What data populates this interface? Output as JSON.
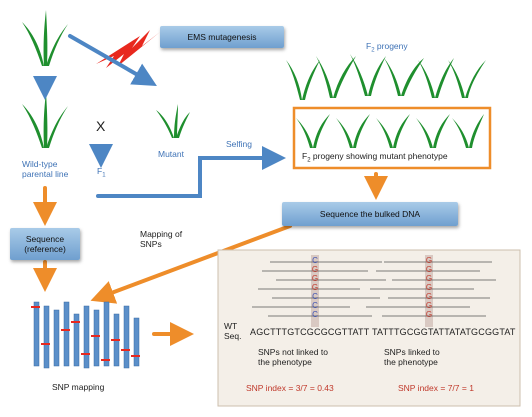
{
  "labels": {
    "ems_mutagenesis": "EMS mutagenesis",
    "f2_progeny": "F",
    "f2_progeny_sub": "2",
    "f2_progeny_rest": " progeny",
    "cross": "X",
    "mutant": "Mutant",
    "wild_type_1": "Wild-type",
    "wild_type_2": "parental line",
    "f1": "F",
    "f1_sub": "1",
    "selfing": "Selfing",
    "f2_mutant_pre": "F",
    "f2_mutant_sub": "2",
    "f2_mutant_rest": " progeny showing mutant phenotype",
    "sequence_bulked": "Sequence the bulked DNA",
    "sequence_ref_1": "Sequence",
    "sequence_ref_2": "(reference)",
    "mapping_1": "Mapping of",
    "mapping_2": "SNPs",
    "snp_mapping": "SNP mapping",
    "wt": "WT",
    "seq": "Seq.",
    "seq_left": "AGCTTTGTCGCGCGTTATT",
    "seq_right": "TATTTGCGGTATTATATGCGGTAT",
    "not_linked_1": "SNPs not linked to",
    "not_linked_2": "the phenotype",
    "linked_1": "SNPs linked to",
    "linked_2": "the phenotype",
    "snp_index_left": "SNP index = 3/7 = 0.43",
    "snp_index_right": "SNP index = 7/7 = 1"
  },
  "snp_columns": {
    "left": [
      "C",
      "G",
      "G",
      "G",
      "C",
      "C",
      "C"
    ],
    "right": [
      "G",
      "G",
      "G",
      "G",
      "G",
      "G",
      "G"
    ]
  },
  "colors": {
    "plant_green": "#1f8f2e",
    "arrow_blue": "#4d86c4",
    "arrow_orange": "#ee8d2a",
    "lightning_red": "#e8281e",
    "snp_red": "#c0392b",
    "snp_blue": "#3a4fb0",
    "panel_bg": "#f4efe8"
  }
}
